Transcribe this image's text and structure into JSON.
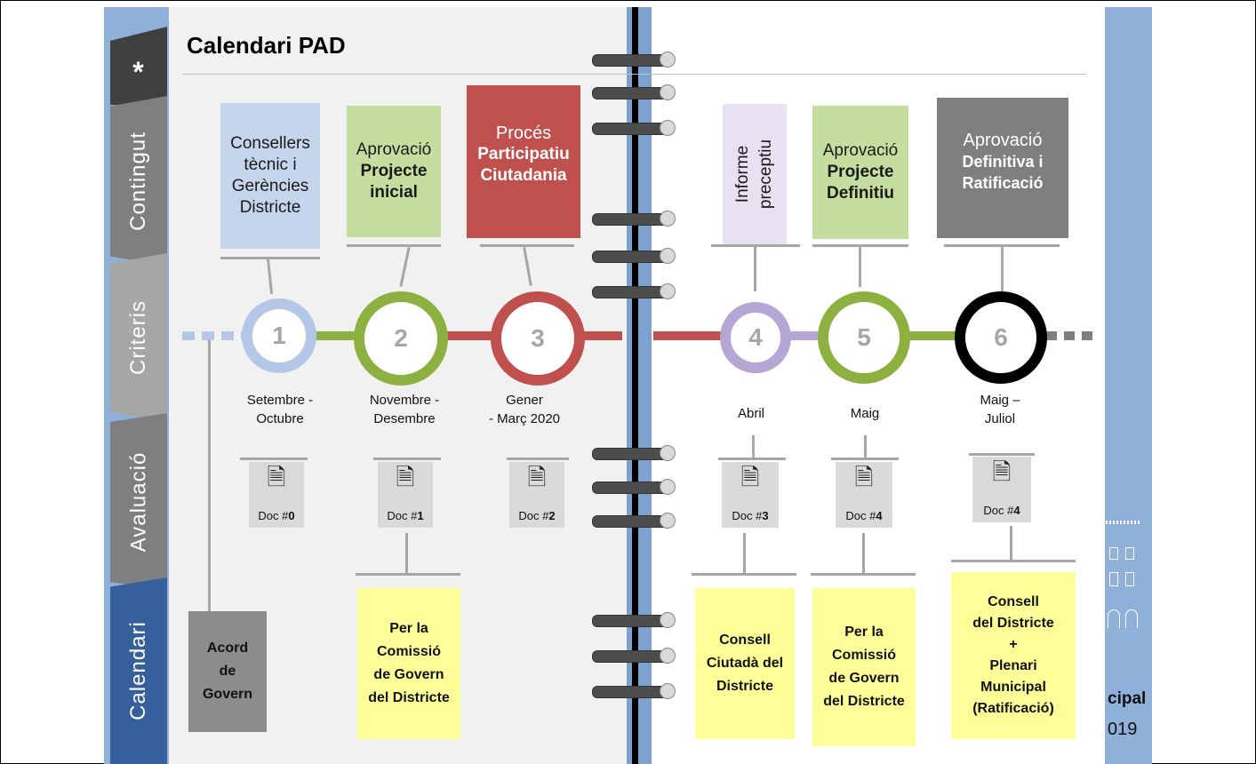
{
  "title": "Calendari PAD",
  "tabs": {
    "star": "*",
    "contingut": "Contingut",
    "criteris": "Criteris",
    "avaluacio": "Avaluació",
    "calendari": "Calendari"
  },
  "stages": [
    {
      "number": "1",
      "top_line1": "Consellers",
      "top_line2": "tècnic i",
      "top_line3": "Gerències",
      "top_line4": "Districte",
      "date_line1": "Setembre -",
      "date_line2": "Octubre",
      "doc_prefix": "Doc #",
      "doc_num": "0",
      "color": "#b4c7e7"
    },
    {
      "number": "2",
      "top_line1": "Aprovació",
      "top_bold1": "Projecte",
      "top_bold2": "inicial",
      "date_line1": "Novembre -",
      "date_line2": "Desembre",
      "doc_prefix": "Doc #",
      "doc_num": "1",
      "note_line1": "Per la",
      "note_line2": "Comissió",
      "note_line3": "de Govern",
      "note_line4": "del Districte",
      "color": "#8db141"
    },
    {
      "number": "3",
      "top_line1": "Procés",
      "top_bold1": "Participatiu",
      "top_bold2": "Ciutadania",
      "date_line1": "Gener",
      "date_line2": "- Març 2020",
      "doc_prefix": "Doc #",
      "doc_num": "2",
      "color": "#c0504d"
    },
    {
      "number": "4",
      "top_line1": "Informe",
      "top_line2": "preceptiu",
      "date_line1": "Abril",
      "doc_prefix": "Doc #",
      "doc_num": "3",
      "note_line1": "Consell",
      "note_line2": "Ciutadà del",
      "note_line3": "Districte",
      "color": "#b4a7d6"
    },
    {
      "number": "5",
      "top_line1": "Aprovació",
      "top_bold1": "Projecte",
      "top_bold2": "Definitiu",
      "date_line1": "Maig",
      "doc_prefix": "Doc #",
      "doc_num": "4",
      "note_line1": "Per la",
      "note_line2": "Comissió",
      "note_line3": "de Govern",
      "note_line4": "del Districte",
      "color": "#8db141"
    },
    {
      "number": "6",
      "top_line1": "Aprovació",
      "top_bold1": "Definitiva i",
      "top_bold2": "Ratificació",
      "date_line1": "Maig –",
      "date_line2": "Juliol",
      "doc_prefix": "Doc #",
      "doc_num": "4",
      "note_line1": "Consell",
      "note_line2": "del Districte",
      "note_line3": "+",
      "note_line4": "Plenari",
      "note_line5": "Municipal",
      "note_line6": "(Ratificació)",
      "color": "#000000"
    }
  ],
  "acord": {
    "line1": "Acord",
    "line2": "de",
    "line3": "Govern"
  },
  "doc_icon": "document-icon",
  "right_edge": {
    "text1": "cipal",
    "text2": "019"
  },
  "colors": {
    "blue_tab": "#36609b",
    "grey_tab_dark": "#595959",
    "grey_tab_mid": "#7f7f7f",
    "grey_tab_light": "#a6a6a6",
    "note_yellow": "#ffff99"
  }
}
